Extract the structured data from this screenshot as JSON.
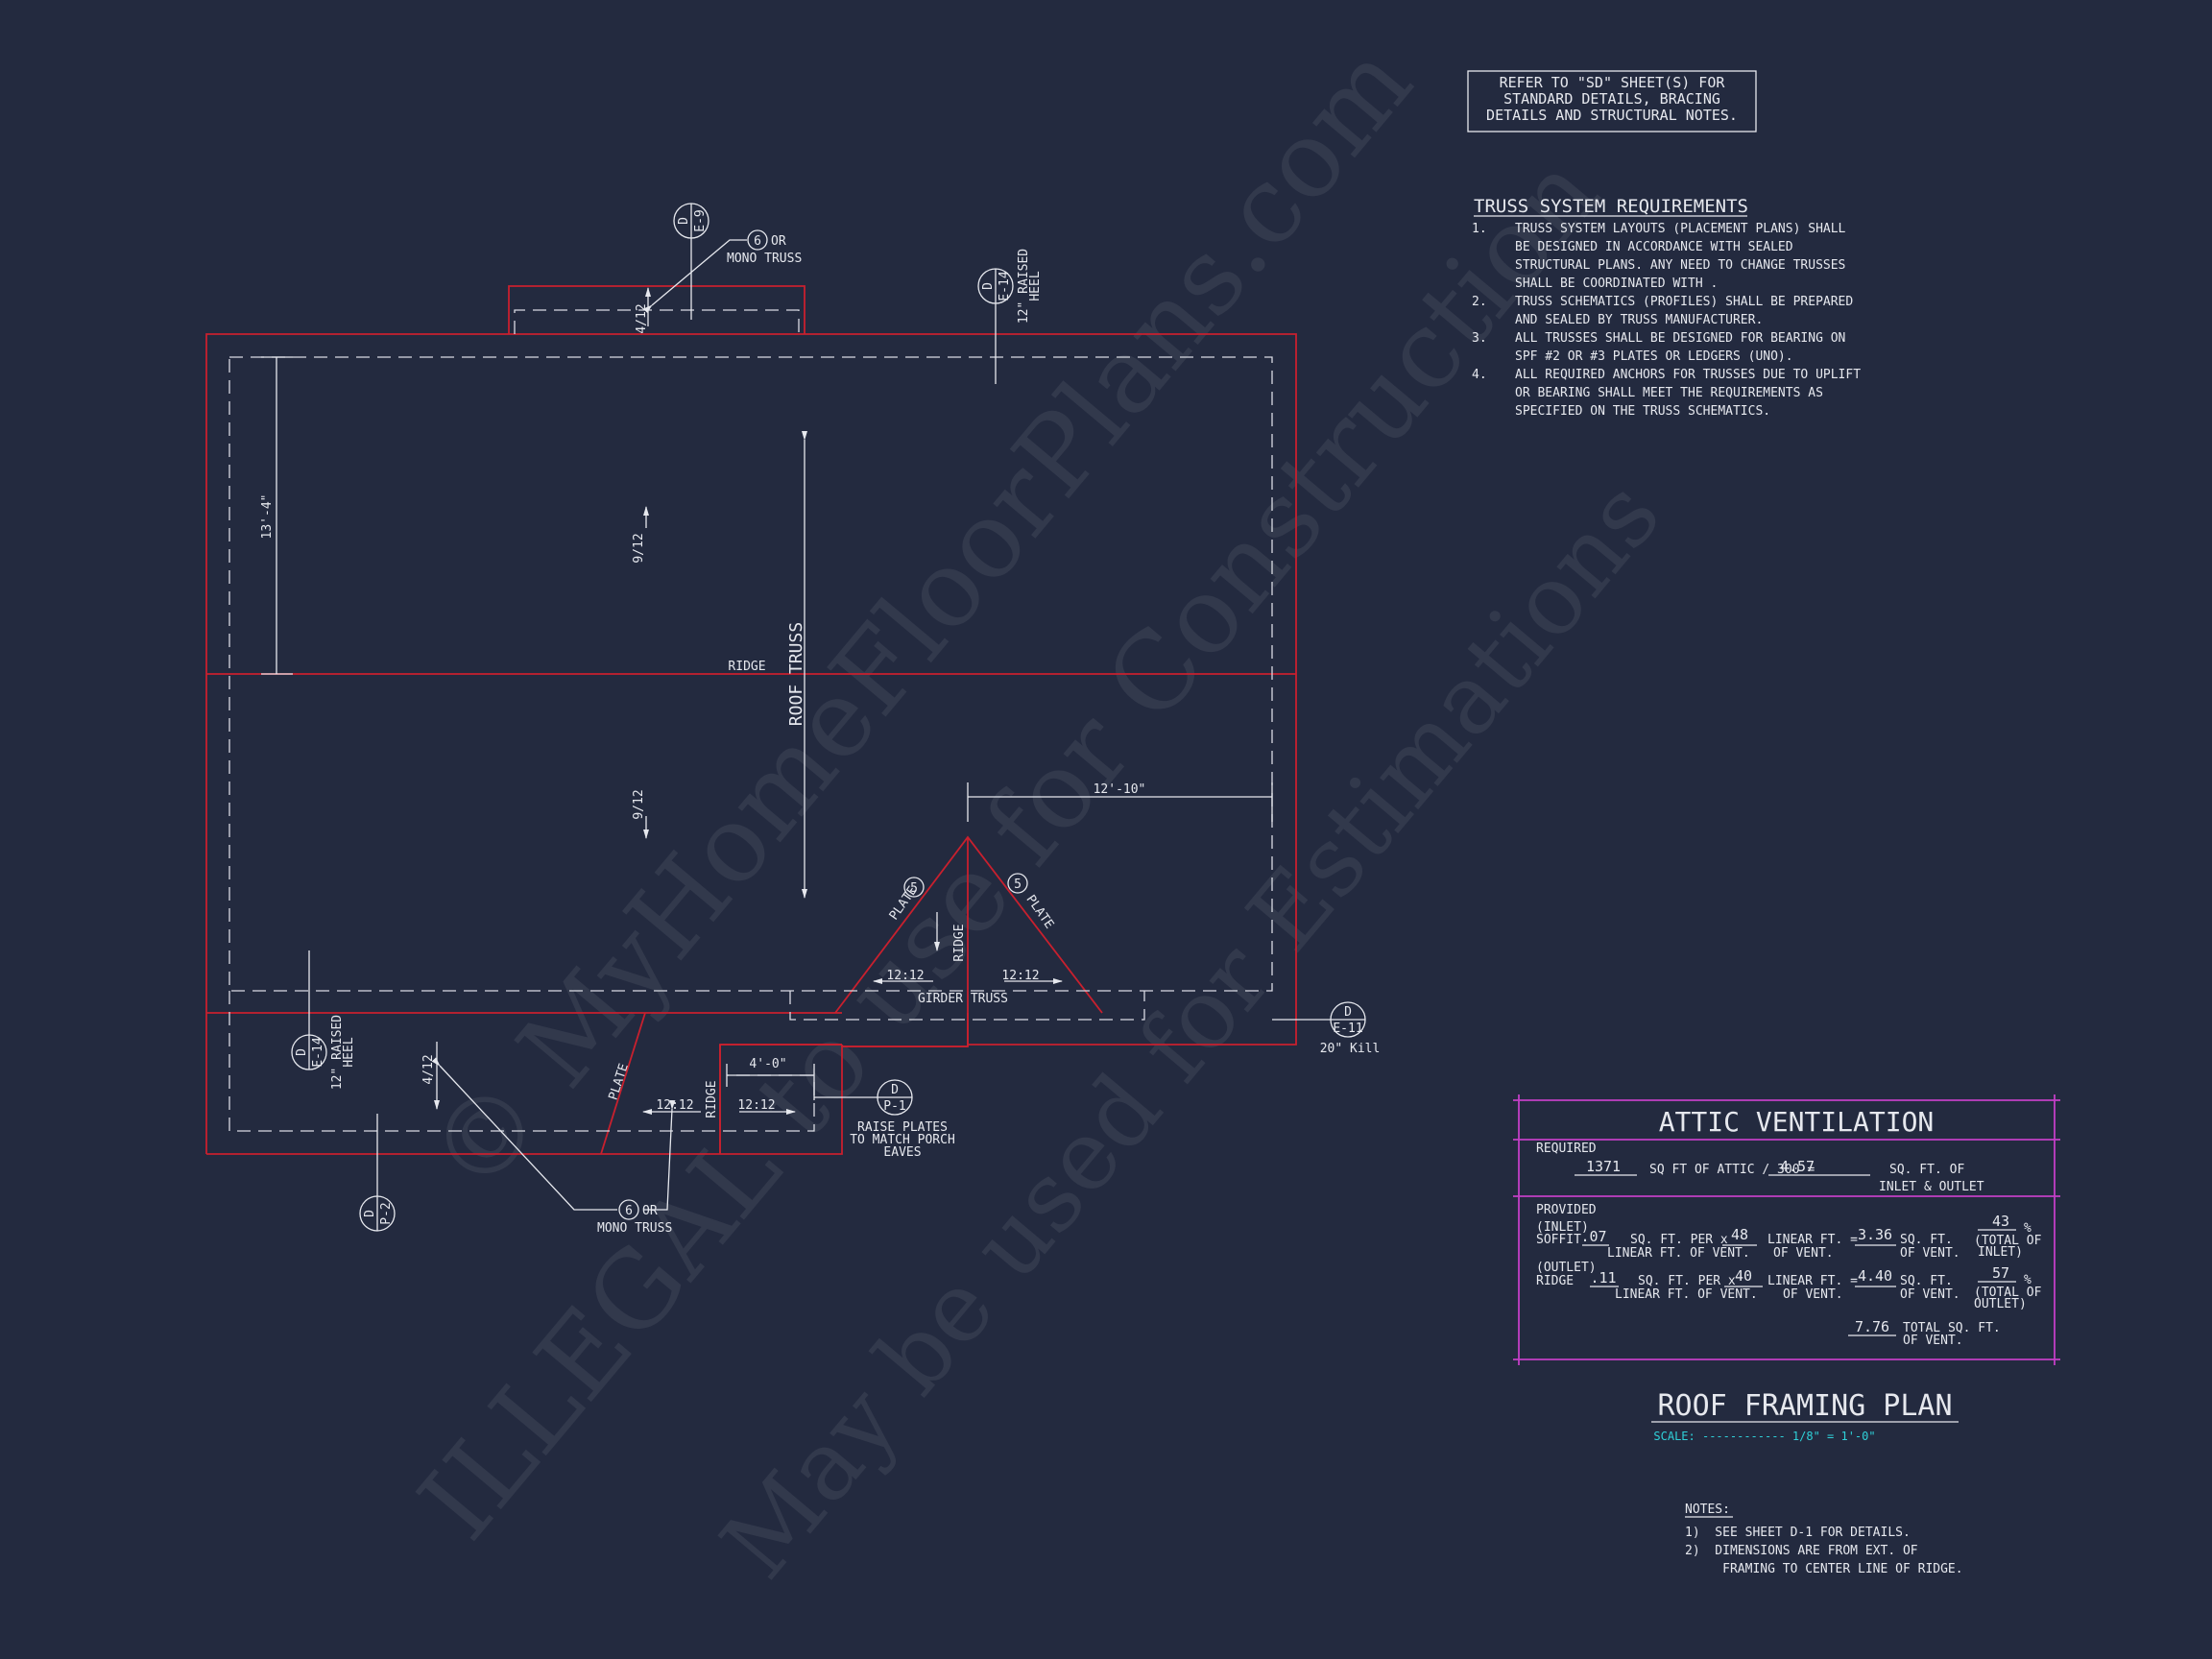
{
  "colors": {
    "background": "#232a3f",
    "linework": "#e6e8ee",
    "walls": "#c8202e",
    "table_border": "#c23fc6",
    "scale_text": "#2fd0d8"
  },
  "refer_note": [
    "REFER TO \"SD\" SHEET(S) FOR",
    "STANDARD DETAILS, BRACING",
    "DETAILS AND STRUCTURAL NOTES."
  ],
  "truss_requirements": {
    "title": "TRUSS SYSTEM REQUIREMENTS",
    "items": [
      {
        "num": "1.",
        "lines": [
          "TRUSS SYSTEM LAYOUTS (PLACEMENT PLANS) SHALL",
          "BE DESIGNED IN ACCORDANCE WITH SEALED",
          "STRUCTURAL PLANS. ANY NEED TO CHANGE TRUSSES",
          "SHALL BE COORDINATED WITH ."
        ]
      },
      {
        "num": "2.",
        "lines": [
          "TRUSS SCHEMATICS (PROFILES) SHALL BE PREPARED",
          "AND SEALED BY TRUSS MANUFACTURER."
        ]
      },
      {
        "num": "3.",
        "lines": [
          "ALL TRUSSES SHALL BE DESIGNED FOR BEARING ON",
          "SPF #2 OR #3 PLATES OR LEDGERS (UNO)."
        ]
      },
      {
        "num": "4.",
        "lines": [
          "ALL REQUIRED ANCHORS FOR TRUSSES DUE TO UPLIFT",
          "OR BEARING SHALL MEET THE REQUIREMENTS AS",
          "SPECIFIED ON THE TRUSS SCHEMATICS."
        ]
      }
    ]
  },
  "plan": {
    "dim_13_4": "13'-4\"",
    "dim_12_10": "12'-10\"",
    "dim_4_0": "4'-0\"",
    "ridge": "RIDGE",
    "roof_truss": "ROOF TRUSS",
    "girder_truss": "GIRDER TRUSS",
    "plate": "PLATE",
    "pitch_9_12": "9/12",
    "pitch_4_12": "4/12",
    "pitch_12_12": "12:12",
    "callout_6": "6",
    "callout_5": "5",
    "or_label": "OR",
    "mono_truss": "MONO TRUSS",
    "raised_heel": [
      "12\" RAISED",
      "HEEL"
    ],
    "kill_label": "20\" Kill",
    "raise_plates": [
      "RAISE PLATES",
      "TO MATCH PORCH",
      "EAVES"
    ],
    "detail_d": "D",
    "sheet_e9": "E-9",
    "sheet_e14": "E-14",
    "sheet_e11": "E-11",
    "sheet_p1": "P-1",
    "sheet_p2": "P-2"
  },
  "attic_ventilation": {
    "title": "ATTIC VENTILATION",
    "required_label": "REQUIRED",
    "attic_sqft": "1371",
    "formula_text": "SQ FT OF ATTIC / 300 =",
    "required_result": "4.57",
    "sq_ft_of": "SQ. FT. OF",
    "inlet_outlet": "INLET & OUTLET",
    "provided_label": "PROVIDED",
    "inlet_label": "(INLET)",
    "soffit_label": "SOFFIT",
    "soffit_value": ".07",
    "sqft_per_x": "SQ. FT. PER x",
    "linear_ft_vent": "LINEAR FT. OF VENT.",
    "soffit_linear": "48",
    "linear_ft_eq": "LINEAR FT. =",
    "of_vent": "OF VENT.",
    "soffit_total": "3.36",
    "sq_ft": "SQ. FT.",
    "soffit_pct": "43",
    "pct": "%",
    "total_of": "(TOTAL OF",
    "inlet_close": "INLET)",
    "outlet_label": "(OUTLET)",
    "ridge_label": "RIDGE",
    "ridge_value": ".11",
    "ridge_linear": "40",
    "ridge_total": "4.40",
    "ridge_pct": "57",
    "outlet_close": "OUTLET)",
    "grand_total": "7.76",
    "total_sqft": "TOTAL SQ. FT."
  },
  "plan_title": "ROOF FRAMING PLAN",
  "scale": "SCALE: ------------ 1/8\" = 1'-0\"",
  "notes": {
    "title": "NOTES:",
    "items": [
      "1)  SEE SHEET D-1 FOR DETAILS.",
      "2)  DIMENSIONS ARE FROM EXT. OF",
      "     FRAMING TO CENTER LINE OF RIDGE."
    ]
  },
  "watermark": [
    "© MyHomeFloorPlans.com",
    "ILLEGAL to use for Construction",
    "May be used for Estimations"
  ]
}
